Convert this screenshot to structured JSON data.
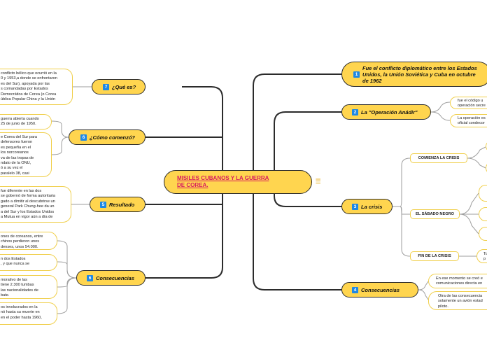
{
  "central": {
    "title": "MISILES CUBANOS Y LA GUERRA\nDE COREA.",
    "menu_icon": "hamburger-menu-icon"
  },
  "left_branches": [
    {
      "num": "7",
      "label": "¿Qué es?",
      "notes": [
        "conflicto bélico que ocurrió en la\n0 y 1953,a donde se enfrentaron\nes del Sur), apoyada por las\ns comandadas por Estados\nDemocrática de Corea (o Corea\nública Popular China y la Unión"
      ]
    },
    {
      "num": "6",
      "label": "¿Cómo comenzó?",
      "notes": [
        "guerra abierta cuando\n25 de junio de 1950.",
        "e Corea del Sur para\ndefensores fueron\nes pequeña en el\nlos norcoreanos\nva de las tropas de\nndato de la ONU,\nó a su vez el\nparalelo 38, casi"
      ]
    },
    {
      "num": "5",
      "label": "Resultado",
      "notes": [
        "fue diferente en las dos\nse gobernó de forma autoritaria\ngado a dimitir al descubrirse un\ngeneral Park Chung-hee da un\na del Sur y los Estados Unidos\na Mutua en vigor aún a día de"
      ]
    },
    {
      "num": "6",
      "label": "Consecuencias",
      "notes": [
        "ones de coreanos, entre\nchinos perdieron unos\ndenses, unos 54.000.",
        "n dos Estados\n, y que nunca se",
        "morativo de las\ntiene 2.300 tumbas\nlas nacionalidades de\nbate.",
        "os involucrados en la\nnó hasta su muerte en\nen el poder hasta 1960,"
      ]
    }
  ],
  "right_branches": [
    {
      "num": "1",
      "label": "Fue el conflicto diplomático entre los Estados Unidos, la Unión Soviética y Cuba en octubre de 1962"
    },
    {
      "num": "2",
      "label": "La \"Operación Anádir\"",
      "notes": [
        "fue el código u\noperación secre",
        "La operación es\noficial condecor"
      ]
    },
    {
      "num": "3",
      "label": "La crisis",
      "subs": [
        {
          "label": "COMIENZA LA CRISIS"
        },
        {
          "label": "EL SÁBADO NEGRO"
        },
        {
          "label": "FIN DE LA CRISIS",
          "note": "To\np"
        }
      ]
    },
    {
      "num": "4",
      "label": "Consecuencias",
      "notes": [
        "En ese momento se creó e\ncomunicaciones directa en",
        "Otra de las consecuencia\nsolamente un avión estad\npiloto."
      ]
    }
  ],
  "colors": {
    "node_fill": "#ffd54f",
    "node_border": "#2b2b2b",
    "number_badge": "#1e88e5",
    "central_text": "#d81b60",
    "bubble_border": "#f0cf4a",
    "connector": "#2b2b2b",
    "sub_connector": "#9e9e9e"
  }
}
